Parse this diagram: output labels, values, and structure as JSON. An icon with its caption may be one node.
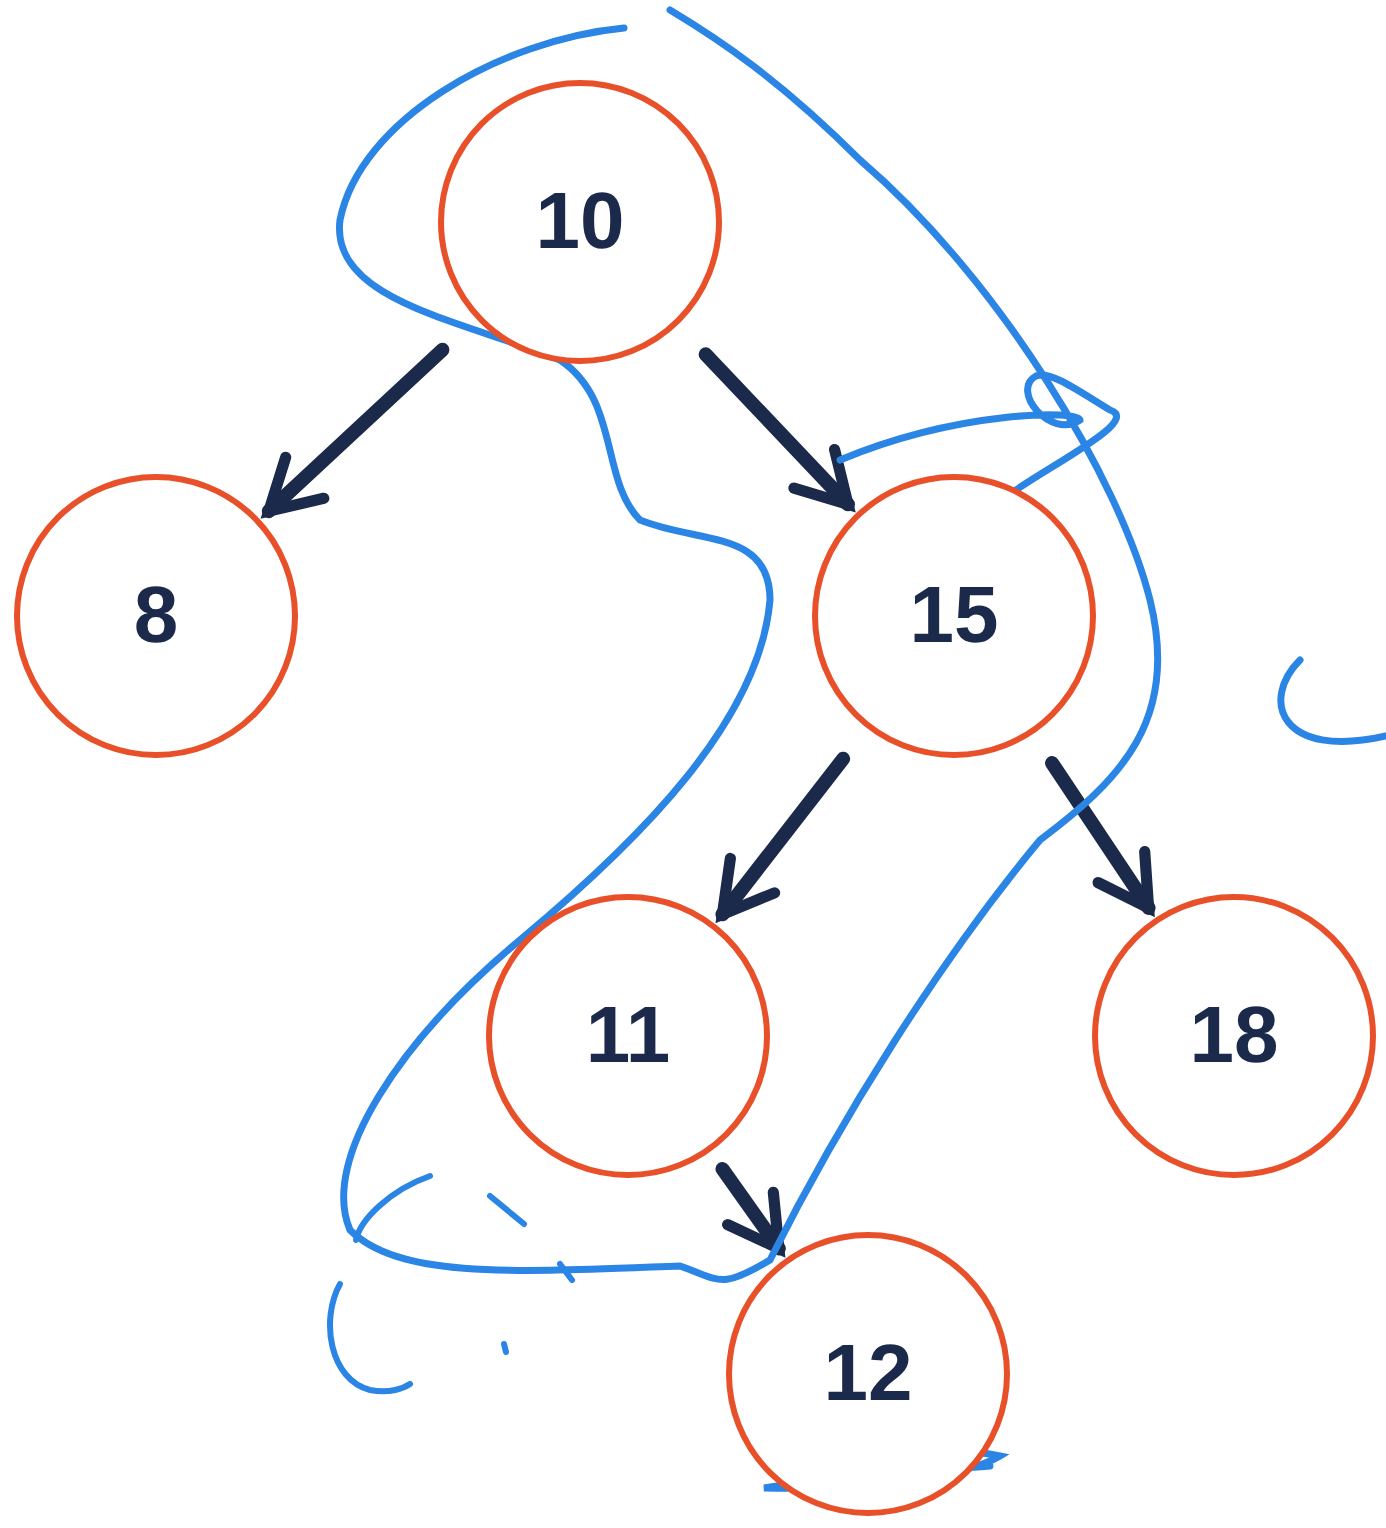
{
  "diagram": {
    "nodes": [
      {
        "text": [
          "10"
        ]
      },
      {
        "text": [
          "8"
        ]
      },
      {
        "text": [
          "15"
        ]
      },
      {
        "text": [
          "11"
        ]
      },
      {
        "text": [
          "18"
        ]
      },
      {
        "text": [
          "12"
        ]
      }
    ],
    "edges": [
      {
        "from": 0,
        "to": 1,
        "arrow": "to"
      },
      {
        "from": 0,
        "to": 2,
        "arrow": "to"
      },
      {
        "from": 2,
        "to": 3,
        "arrow": "to"
      },
      {
        "from": 2,
        "to": 4,
        "arrow": "to"
      },
      {
        "from": 3,
        "to": 5,
        "arrow": "to"
      }
    ]
  }
}
